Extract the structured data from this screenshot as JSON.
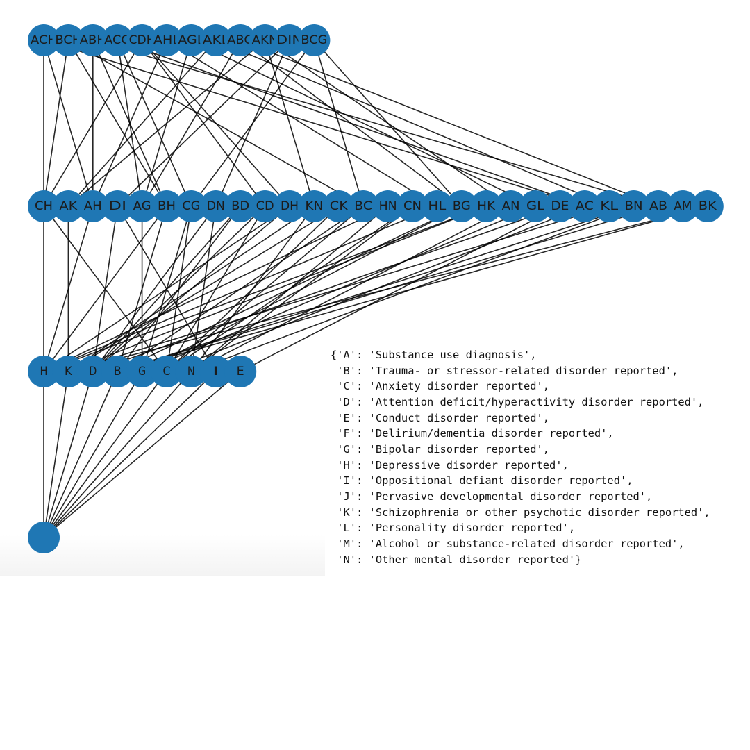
{
  "graph": {
    "levels": [
      [
        "ACH",
        "BCH",
        "ABH",
        "ACG",
        "CDH",
        "AHL",
        "AGL",
        "AKL",
        "ABG",
        "AKN",
        "DIN",
        "BCG"
      ],
      [
        "CH",
        "AK",
        "AH",
        "DI",
        "AG",
        "BH",
        "CG",
        "DN",
        "BD",
        "CD",
        "DH",
        "KN",
        "CK",
        "BC",
        "HN",
        "CN",
        "HL",
        "BG",
        "HK",
        "AN",
        "GL",
        "DE",
        "AC",
        "KL",
        "BN",
        "AB",
        "AM",
        "BK"
      ],
      [
        "H",
        "K",
        "D",
        "B",
        "G",
        "C",
        "N",
        "I",
        "E"
      ],
      [
        ""
      ]
    ],
    "node_color": "#1f77b4",
    "edge_color": "#000000",
    "edges_rule": "subset relation between adjacent levels"
  },
  "legend": {
    "lines": [
      "{'A': 'Substance use diagnosis',",
      " 'B': 'Trauma- or stressor-related disorder reported',",
      " 'C': 'Anxiety disorder reported',",
      " 'D': 'Attention deficit/hyperactivity disorder reported',",
      " 'E': 'Conduct disorder reported',",
      " 'F': 'Delirium/dementia disorder reported',",
      " 'G': 'Bipolar disorder reported',",
      " 'H': 'Depressive disorder reported',",
      " 'I': 'Oppositional defiant disorder reported',",
      " 'J': 'Pervasive developmental disorder reported',",
      " 'K': 'Schizophrenia or other psychotic disorder reported',",
      " 'L': 'Personality disorder reported',",
      " 'M': 'Alcohol or substance-related disorder reported',",
      " 'N': 'Other mental disorder reported'}"
    ]
  }
}
